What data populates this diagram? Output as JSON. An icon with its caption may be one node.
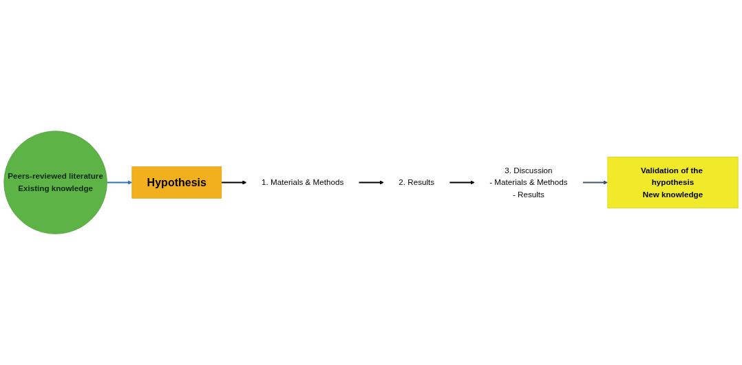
{
  "diagram": {
    "nodes": [
      {
        "text": [
          "Peers-reviewed literature",
          "Existing knowledge"
        ]
      },
      {
        "text": [
          "Hypothesis"
        ]
      },
      {
        "text": [
          "1. Materials & Methods"
        ]
      },
      {
        "text": [
          "2. Results"
        ]
      },
      {
        "text": [
          "3. Discussion",
          "- Materials & Methods",
          "- Results"
        ]
      },
      {
        "text": [
          "Validation of the hypothesis",
          "New knowledge"
        ]
      }
    ],
    "edges": [
      {
        "from": 0,
        "to": 1,
        "arrow": "to",
        "color": "#2e75b6"
      },
      {
        "from": 1,
        "to": 2,
        "arrow": "to"
      },
      {
        "from": 2,
        "to": 3,
        "arrow": "to"
      },
      {
        "from": 3,
        "to": 4,
        "arrow": "to"
      },
      {
        "from": 4,
        "to": 5,
        "arrow": "to",
        "color": "#44546a"
      }
    ]
  }
}
